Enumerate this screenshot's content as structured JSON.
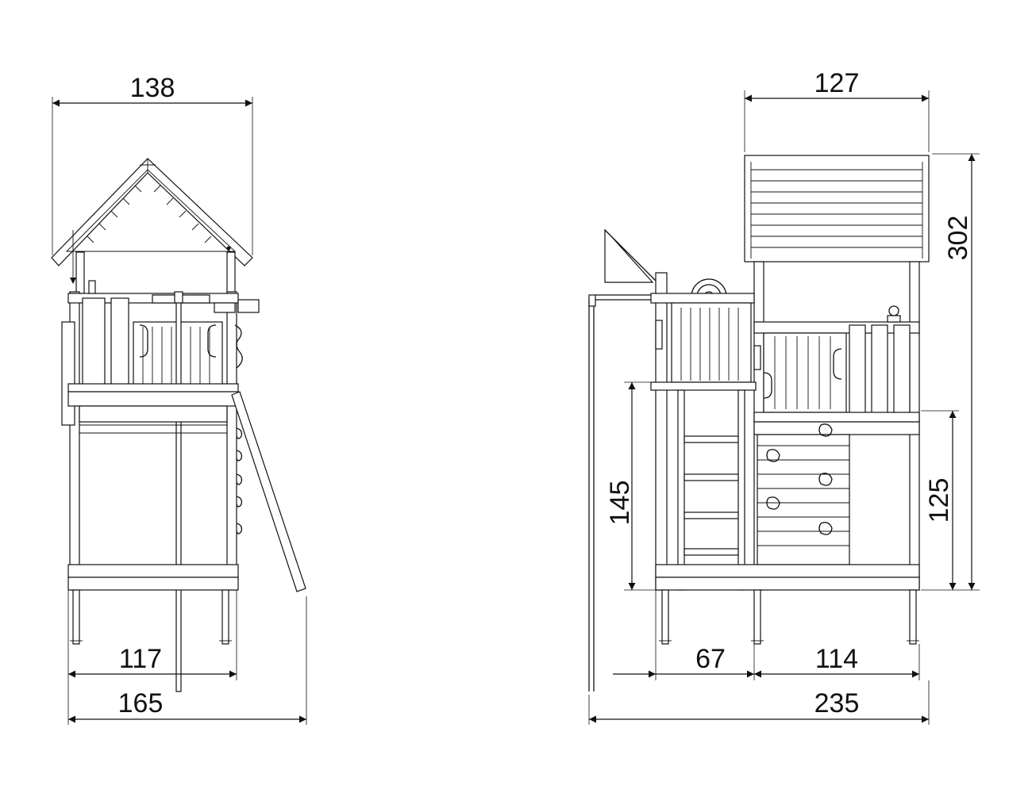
{
  "colors": {
    "line": "#111111",
    "background": "#ffffff"
  },
  "side_view": {
    "dimensions": {
      "roof_width": "138",
      "post_spacing": "117",
      "total_depth": "165"
    }
  },
  "front_view": {
    "dimensions": {
      "roof_width": "127",
      "total_height": "302",
      "platform_height_left": "145",
      "platform_height_right": "125",
      "ladder_section": "67",
      "tower_width": "114",
      "total_width": "235"
    }
  }
}
